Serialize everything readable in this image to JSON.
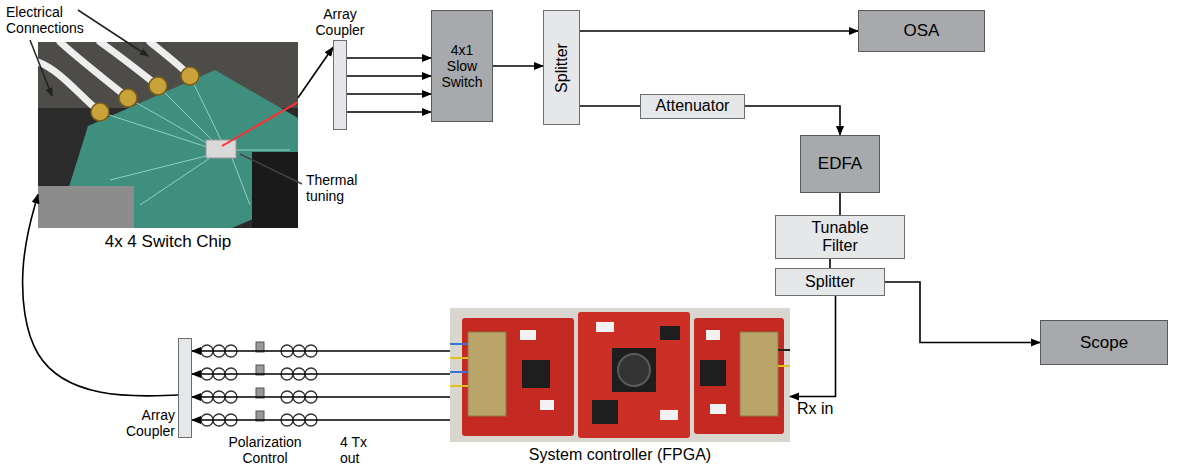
{
  "diagram": {
    "nodes": [
      {
        "text": [
          "4x 4 Switch Chip"
        ]
      },
      {
        "text": [
          "Array Coupler"
        ]
      },
      {
        "text": [
          "4x1 Slow Switch"
        ]
      },
      {
        "text": [
          "Splitter"
        ]
      },
      {
        "text": [
          "OSA"
        ]
      },
      {
        "text": [
          "Attenuator"
        ]
      },
      {
        "text": [
          "EDFA"
        ]
      },
      {
        "text": [
          "Tunable Filter"
        ]
      },
      {
        "text": [
          "Splitter"
        ]
      },
      {
        "text": [
          "Scope"
        ]
      },
      {
        "text": [
          "System controller (FPGA)"
        ]
      },
      {
        "text": [
          "Array Coupler"
        ]
      }
    ],
    "edges": [
      {
        "from": 0,
        "to": 1,
        "arrow": "to"
      },
      {
        "from": 1,
        "to": 2,
        "arrow": "to"
      },
      {
        "from": 1,
        "to": 2,
        "arrow": "to"
      },
      {
        "from": 1,
        "to": 2,
        "arrow": "to"
      },
      {
        "from": 1,
        "to": 2,
        "arrow": "to"
      },
      {
        "from": 2,
        "to": 3,
        "arrow": "to"
      },
      {
        "from": 3,
        "to": 4,
        "arrow": "to"
      },
      {
        "from": 3,
        "to": 5,
        "arrow": "none"
      },
      {
        "from": 5,
        "to": 6,
        "arrow": "to"
      },
      {
        "from": 6,
        "to": 7,
        "arrow": "none"
      },
      {
        "from": 7,
        "to": 8,
        "arrow": "none"
      },
      {
        "from": 8,
        "to": 9,
        "arrow": "to"
      },
      {
        "from": 8,
        "to": 10,
        "arrow": "to"
      },
      {
        "from": 10,
        "to": 11,
        "arrow": "to"
      },
      {
        "from": 10,
        "to": 11,
        "arrow": "to"
      },
      {
        "from": 10,
        "to": 11,
        "arrow": "to"
      },
      {
        "from": 10,
        "to": 11,
        "arrow": "to"
      },
      {
        "from": 11,
        "to": 0,
        "arrow": "to"
      }
    ],
    "labels": [
      "Electrical Connections",
      "Thermal tuning",
      "Rx in",
      "Polarization Control",
      "4 Tx out"
    ]
  }
}
